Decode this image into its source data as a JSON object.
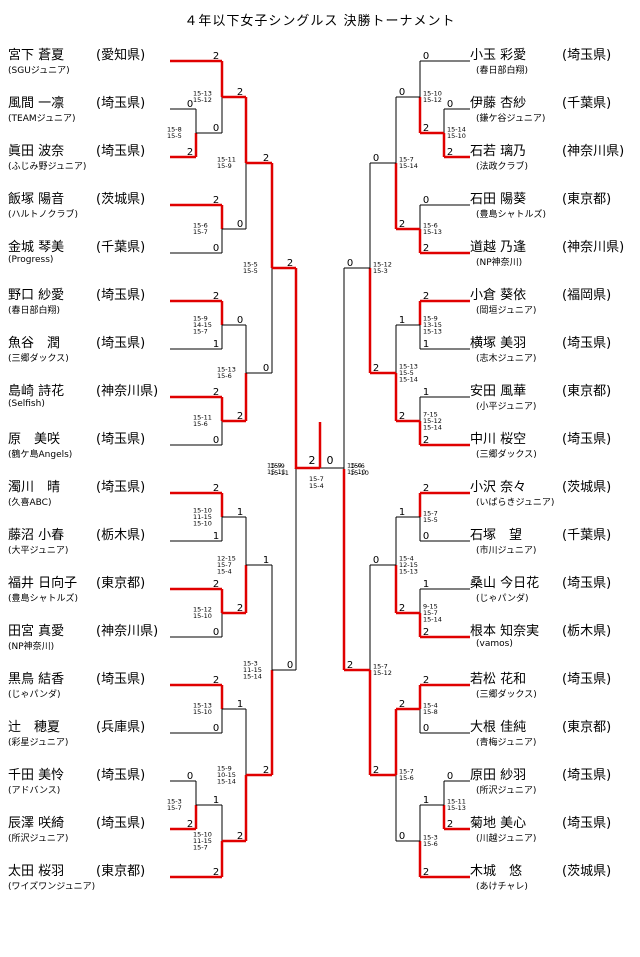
{
  "title": "４年以下女子シングルス 決勝トーナメント",
  "colors": {
    "win": "#e00000",
    "line": "#000000"
  },
  "left_players": [
    {
      "name": "宮下 蒼夏",
      "club": "(SGUジュニア)",
      "pref": "(愛知県)"
    },
    {
      "name": "風間 一凛",
      "club": "(TEAMジュニア)",
      "pref": "(埼玉県)"
    },
    {
      "name": "眞田 波奈",
      "club": "(ふじみ野ジュニア)",
      "pref": "(埼玉県)"
    },
    {
      "name": "飯塚 陽音",
      "club": "(ハルトノクラブ)",
      "pref": "(茨城県)"
    },
    {
      "name": "金城 琴美",
      "club": "(Progress)",
      "pref": "(千葉県)"
    },
    {
      "name": "野口 紗愛",
      "club": "(春日部白翔)",
      "pref": "(埼玉県)"
    },
    {
      "name": "魚谷　潤",
      "club": "(三郷ダックス)",
      "pref": "(埼玉県)"
    },
    {
      "name": "島崎 詩花",
      "club": "(Selfish)",
      "pref": "(神奈川県)"
    },
    {
      "name": "原　美咲",
      "club": "(鶴ケ島Angels)",
      "pref": "(埼玉県)"
    },
    {
      "name": "濁川　晴",
      "club": "(久喜ABC)",
      "pref": "(埼玉県)"
    },
    {
      "name": "藤沼 小春",
      "club": "(大平ジュニア)",
      "pref": "(栃木県)"
    },
    {
      "name": "福井 日向子",
      "club": "(豊島シャトルズ)",
      "pref": "(東京都)"
    },
    {
      "name": "田宮 真愛",
      "club": "(NP神奈川)",
      "pref": "(神奈川県)"
    },
    {
      "name": "黒鳥 結香",
      "club": "(じゃパンダ)",
      "pref": "(埼玉県)"
    },
    {
      "name": "辻　穂夏",
      "club": "(彩星ジュニア)",
      "pref": "(兵庫県)"
    },
    {
      "name": "千田 美怜",
      "club": "(アドバンス)",
      "pref": "(埼玉県)"
    },
    {
      "name": "辰澤 咲綺",
      "club": "(所沢ジュニア)",
      "pref": "(埼玉県)"
    },
    {
      "name": "太田 桜羽",
      "club": "(ワイズワンジュニア)",
      "pref": "(東京都)"
    }
  ],
  "right_players": [
    {
      "name": "小玉 彩愛",
      "club": "(春日部白翔)",
      "pref": "(埼玉県)"
    },
    {
      "name": "伊藤 杏紗",
      "club": "(鎌ケ谷ジュニア)",
      "pref": "(千葉県)"
    },
    {
      "name": "石若 璃乃",
      "club": "(法政クラブ)",
      "pref": "(神奈川県)"
    },
    {
      "name": "石田 陽葵",
      "club": "(豊島シャトルズ)",
      "pref": "(東京都)"
    },
    {
      "name": "道越 乃逢",
      "club": "(NP神奈川)",
      "pref": "(神奈川県)"
    },
    {
      "name": "小倉 葵依",
      "club": "(岡垣ジュニア)",
      "pref": "(福岡県)"
    },
    {
      "name": "横塚 美羽",
      "club": "(志木ジュニア)",
      "pref": "(埼玉県)"
    },
    {
      "name": "安田 風華",
      "club": "(小平ジュニア)",
      "pref": "(東京都)"
    },
    {
      "name": "中川 桜空",
      "club": "(三郷ダックス)",
      "pref": "(埼玉県)"
    },
    {
      "name": "小沢 奈々",
      "club": "(いばらきジュニア)",
      "pref": "(茨城県)"
    },
    {
      "name": "石塚　望",
      "club": "(市川ジュニア)",
      "pref": "(千葉県)"
    },
    {
      "name": "桑山 今日花",
      "club": "(じゃパンダ)",
      "pref": "(埼玉県)"
    },
    {
      "name": "根本 知奈実",
      "club": "(vamos)",
      "pref": "(栃木県)"
    },
    {
      "name": "若松 花和",
      "club": "(三郷ダックス)",
      "pref": "(埼玉県)"
    },
    {
      "name": "大根 佳純",
      "club": "(青梅ジュニア)",
      "pref": "(東京都)"
    },
    {
      "name": "原田 紗羽",
      "club": "(所沢ジュニア)",
      "pref": "(埼玉県)"
    },
    {
      "name": "菊地 美心",
      "club": "(川越ジュニア)",
      "pref": "(埼玉県)"
    },
    {
      "name": "木城　悠",
      "club": "(あけチャレ)",
      "pref": "(茨城県)"
    }
  ],
  "matches": {
    "L_r1a": {
      "scores": [
        "15-13",
        "15-12"
      ],
      "w_top": "2",
      "w_bot": "0"
    },
    "L_r1b": {
      "scores": [
        "15-8",
        "15-5"
      ],
      "w_top": "0",
      "w_bot": "2"
    },
    "L_r2a": {
      "scores": [
        "15-11",
        "15-9"
      ],
      "w_top": "2",
      "w_bot": "0"
    },
    "L_r1c": {
      "scores": [
        "15-6",
        "15-7"
      ],
      "w_top": "2",
      "w_bot": "0"
    },
    "L_r3a": {
      "scores": [
        "15-5",
        "15-5"
      ],
      "w_top": "2",
      "w_bot": "0"
    },
    "L_r1d": {
      "scores": [
        "15-9",
        "14-15",
        "15-7"
      ],
      "w_top": "2",
      "w_bot": "1"
    },
    "L_r2b": {
      "scores": [
        "15-13",
        "15-6"
      ],
      "w_top": "0",
      "w_bot": "2"
    },
    "L_r1e": {
      "scores": [
        "15-11",
        "15-6"
      ],
      "w_top": "2",
      "w_bot": "0"
    },
    "SF_L": {
      "scores": [
        "15-9",
        "15-11"
      ],
      "w_top": "2",
      "w_bot": "0"
    },
    "L_r1f": {
      "scores": [
        "15-10",
        "11-15",
        "15-10"
      ],
      "w_top": "2",
      "w_bot": "1"
    },
    "L_r2c": {
      "scores": [
        "12-15",
        "15-7",
        "15-4"
      ],
      "w_top": "1",
      "w_bot": "2"
    },
    "L_r1g": {
      "scores": [
        "15-12",
        "15-10"
      ],
      "w_top": "2",
      "w_bot": "0"
    },
    "L_r3b": {
      "scores": [
        "15-3",
        "11-15",
        "15-14"
      ],
      "w_top": "1",
      "w_bot": "2"
    },
    "L_r1h": {
      "scores": [
        "15-13",
        "15-10"
      ],
      "w_top": "2",
      "w_bot": "0"
    },
    "L_r2d": {
      "scores": [
        "15-9",
        "10-15",
        "15-14"
      ],
      "w_top": "1",
      "w_bot": "2"
    },
    "L_r1i": {
      "scores": [
        "15-3",
        "15-7"
      ],
      "w_top": "0",
      "w_bot": "2"
    },
    "L_r1j": {
      "scores": [
        "15-10",
        "11-15",
        "15-7"
      ],
      "w_top": "1",
      "w_bot": "2"
    },
    "FINAL": {
      "left_scores": [
        "15-9",
        "15-11"
      ],
      "mid_scores": [
        "15-7",
        "15-4"
      ],
      "right_scores": [
        "15-6",
        "15-10"
      ],
      "w_left": "2",
      "w_right": "0"
    },
    "R_r1a": {
      "scores": [
        "15-10",
        "15-12"
      ],
      "w_top": "0",
      "w_bot": "2"
    },
    "R_r1b": {
      "scores": [
        "15-14",
        "15-10"
      ],
      "w_top": "0",
      "w_bot": "2"
    },
    "R_r2a": {
      "scores": [
        "15-7",
        "15-14"
      ],
      "w_top": "0",
      "w_bot": "2"
    },
    "R_r1c": {
      "scores": [
        "15-6",
        "15-13"
      ],
      "w_top": "0",
      "w_bot": "2"
    },
    "R_r3a": {
      "scores": [
        "15-12",
        "15-3"
      ],
      "w_top": "0",
      "w_bot": "2"
    },
    "R_r1d": {
      "scores": [
        "15-9",
        "13-15",
        "15-13"
      ],
      "w_top": "2",
      "w_bot": "1"
    },
    "R_r2b": {
      "scores": [
        "15-13",
        "15-5",
        "15-14"
      ],
      "w_top": "1",
      "w_bot": "2"
    },
    "R_r1e": {
      "scores": [
        "7-15",
        "15-12",
        "15-14"
      ],
      "w_top": "1",
      "w_bot": "2"
    },
    "SF_R": {
      "scores": [
        "15-6",
        "15-10"
      ],
      "w_top": "0",
      "w_bot": "2"
    },
    "R_r1f": {
      "scores": [
        "15-7",
        "15-5"
      ],
      "w_top": "2",
      "w_bot": "0"
    },
    "R_r2c": {
      "scores": [
        "15-4",
        "12-15",
        "15-13"
      ],
      "w_top": "1",
      "w_bot": "2"
    },
    "R_r1g": {
      "scores": [
        "9-15",
        "15-7",
        "15-14"
      ],
      "w_top": "1",
      "w_bot": "2"
    },
    "R_r3b": {
      "scores": [
        "15-7",
        "15-12"
      ],
      "w_top": "0",
      "w_bot": "2"
    },
    "R_r1h": {
      "scores": [
        "15-4",
        "15-8"
      ],
      "w_top": "2",
      "w_bot": "0"
    },
    "R_r2d": {
      "scores": [
        "15-7",
        "15-6"
      ],
      "w_top": "2",
      "w_bot": "0"
    },
    "R_r1i": {
      "scores": [
        "15-11",
        "15-13"
      ],
      "w_top": "0",
      "w_bot": "2"
    },
    "R_r1j": {
      "scores": [
        "15-3",
        "15-6"
      ],
      "w_top": "1",
      "w_bot": "2"
    }
  }
}
